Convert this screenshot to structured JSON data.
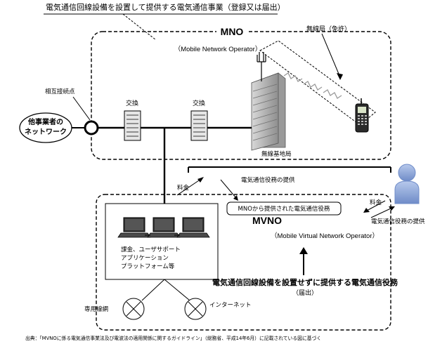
{
  "header": {
    "top_title": "電気通信回線設備を設置して提供する電気通信事業（登録又は届出）"
  },
  "mno": {
    "title": "MNO",
    "subtitle": "（Mobile Network Operator）",
    "wireless_station": "無線局（免許）",
    "exchange_1": "交換",
    "exchange_2": "交換",
    "base_station": "無線基地局"
  },
  "external": {
    "interconnection_point": "相互接続点",
    "other_network_line1": "他事業者の",
    "other_network_line2": "ネットワーク"
  },
  "flows": {
    "service_provision_top": "電気通信役務の提供",
    "fee_left": "料金",
    "fee_right": "料金",
    "service_provision_right": "電気通信役務の提供",
    "mno_service_box": "MNOから提供された電気通信役務"
  },
  "mvno": {
    "title": "MVNO",
    "subtitle": "（Mobile Virtual Network Operator）",
    "functions_line1": "課金、ユーザサポート",
    "functions_line2": "アプリケーション",
    "functions_line3": "プラットフォーム等",
    "bottom_line1": "電気通信回線設備を設置せずに提供する電気通信役務",
    "bottom_line2": "（届出）"
  },
  "endpoints": {
    "leased_line": "専用線網",
    "internet": "インターネット"
  },
  "footer": {
    "source": "出典：「MVNOに係る電気通信事業法及び電波法の適用関係に関するガイドライン」（総務省、平成14年6月）に記載されている図に基づく"
  },
  "colors": {
    "user_icon": "#8aa4d6",
    "building": "#b8b8b8",
    "radio_wave": "#9a9a9a"
  }
}
